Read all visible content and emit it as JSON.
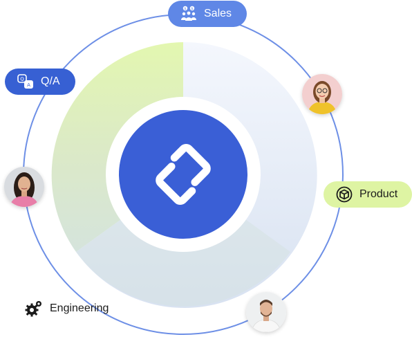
{
  "labels": {
    "sales": "Sales",
    "qa": "Q/A",
    "product": "Product",
    "engineering": "Engineering"
  },
  "icons": {
    "sales": "team-dollar-icon",
    "qa": "translate-icon",
    "product": "box-icon",
    "engineering": "gears-icon",
    "center": "diamond-link-logo-icon"
  },
  "colors": {
    "ring": "#6d8fe6",
    "center_circle": "#3a5fd6",
    "sales_pill": "#5f87e6",
    "qa_pill": "#3760d3",
    "product_pill": "#def4a3"
  },
  "avatars": [
    {
      "name": "avatar-woman-yellow-top",
      "description_icon": "person-avatar"
    },
    {
      "name": "avatar-woman-pink-top",
      "description_icon": "person-avatar"
    },
    {
      "name": "avatar-man-white-shirt",
      "description_icon": "person-avatar"
    }
  ]
}
